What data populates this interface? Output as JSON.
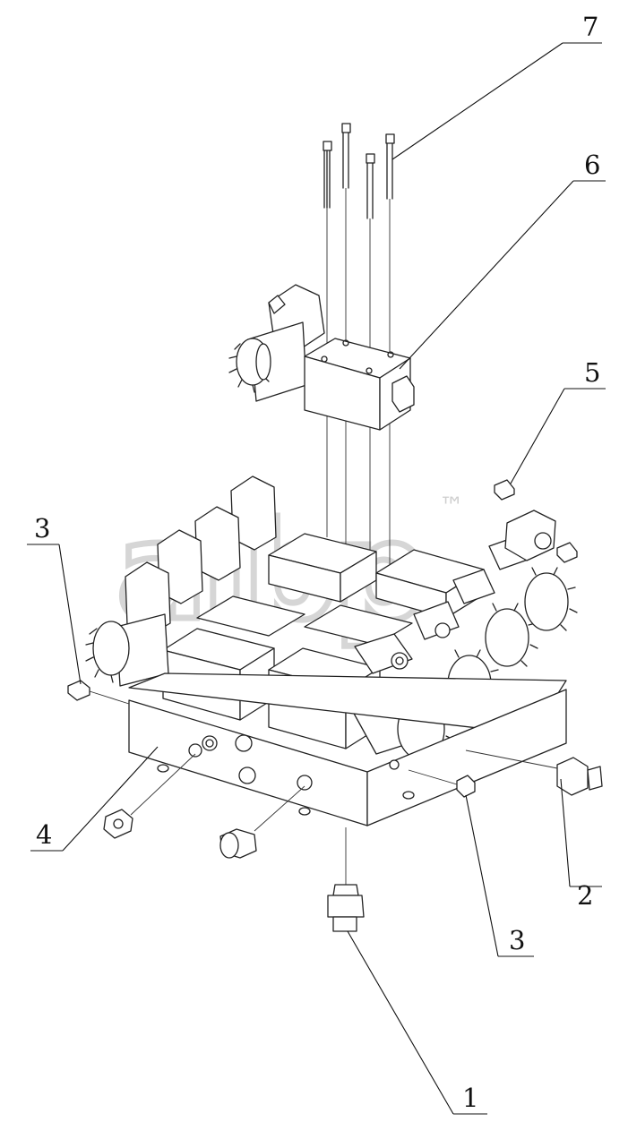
{
  "watermark": {
    "text": "aibp",
    "trademark": "™"
  },
  "callouts": [
    {
      "id": "1",
      "label": "1"
    },
    {
      "id": "2",
      "label": "2"
    },
    {
      "id": "3a",
      "label": "3"
    },
    {
      "id": "3b",
      "label": "3"
    },
    {
      "id": "4",
      "label": "4"
    },
    {
      "id": "5",
      "label": "5"
    },
    {
      "id": "6",
      "label": "6"
    },
    {
      "id": "7",
      "label": "7"
    }
  ]
}
